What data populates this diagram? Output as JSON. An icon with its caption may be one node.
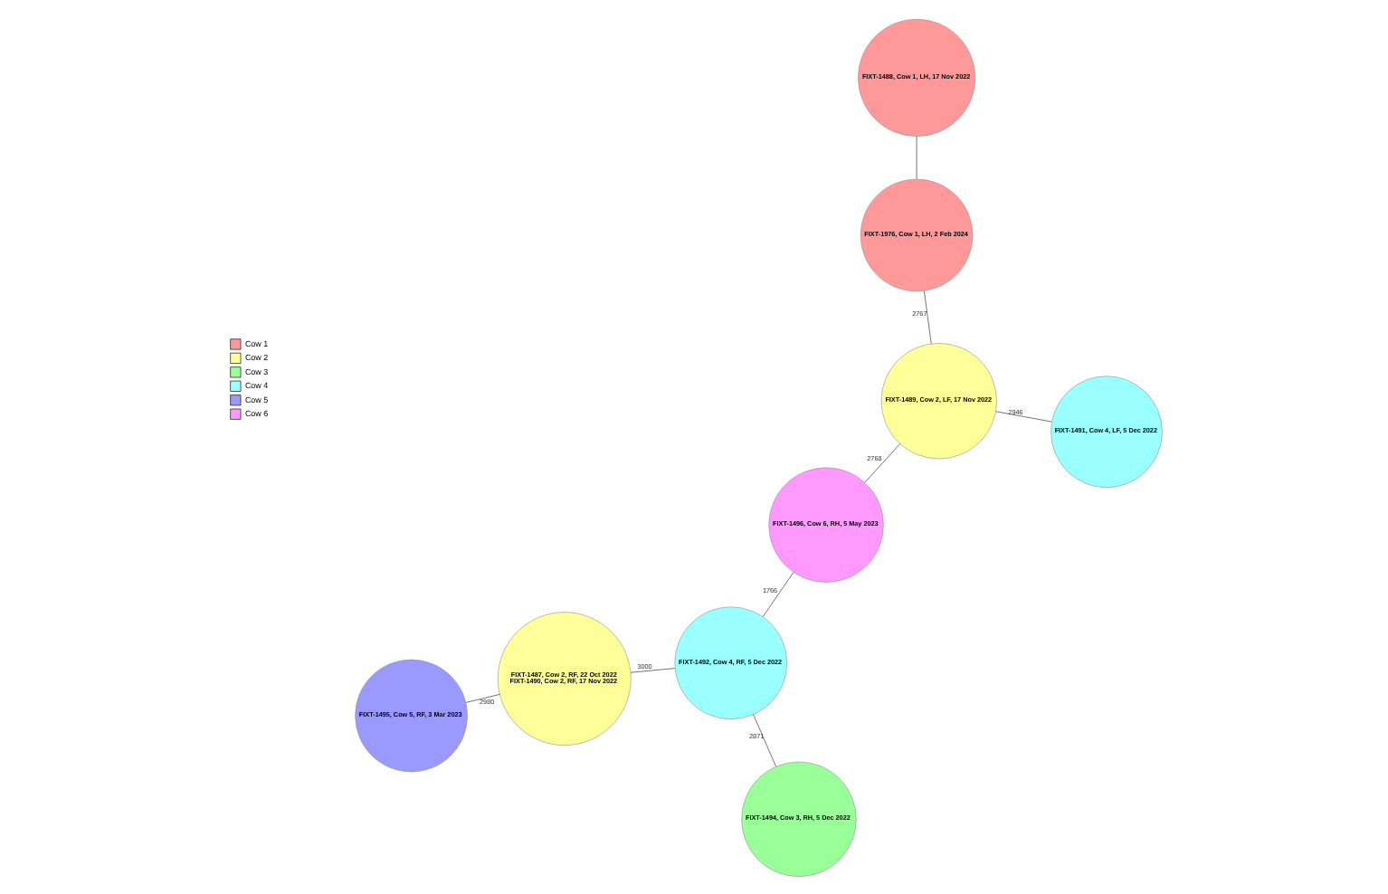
{
  "diagram": {
    "nodes": [
      {
        "text": [
          "FIXT-1488, Cow 1, LH, 17 Nov 2022"
        ]
      },
      {
        "text": [
          "FIXT-1976, Cow 1, LH, 2 Feb 2024"
        ]
      },
      {
        "text": [
          "FIXT-1489, Cow 2, LF, 17 Nov 2022"
        ]
      },
      {
        "text": [
          "FIXT-1496, Cow 6, RH, 5 May 2023"
        ]
      },
      {
        "text": [
          "FIXT-1495, Cow 5, RF, 3 Mar 2023"
        ]
      },
      {
        "text": [
          "FIXT-1487, Cow 2, RF, 22 Oct 2022",
          "FIXT-1490, Cow 2, RF, 17 Nov 2022"
        ]
      },
      {
        "text": [
          "FIXT-1492, Cow 4, RF, 5 Dec 2022"
        ]
      },
      {
        "text": [
          "FIXT-1491, Cow 4, LF, 5 Dec 2022"
        ]
      },
      {
        "text": [
          "FIXT-1494, Cow 3, RH, 5 Dec 2022"
        ]
      }
    ],
    "edges": [
      {
        "from": 0,
        "to": 1,
        "arrow": "none"
      },
      {
        "from": 1,
        "to": 2,
        "arrow": "none",
        "label": "2767"
      },
      {
        "from": 3,
        "to": 2,
        "arrow": "none",
        "label": "2768"
      },
      {
        "from": 2,
        "to": 7,
        "arrow": "none",
        "label": "2946"
      },
      {
        "from": 6,
        "to": 3,
        "arrow": "none",
        "label": "1766"
      },
      {
        "from": 5,
        "to": 6,
        "arrow": "none",
        "label": "3000"
      },
      {
        "from": 4,
        "to": 5,
        "arrow": "none",
        "label": "2980"
      },
      {
        "from": 6,
        "to": 8,
        "arrow": "none",
        "label": "2871"
      }
    ],
    "legend": [
      {
        "text": "Cow 1",
        "color": "#ff9999"
      },
      {
        "text": "Cow 2",
        "color": "#ffff99"
      },
      {
        "text": "Cow 3",
        "color": "#99ff99"
      },
      {
        "text": "Cow 4",
        "color": "#99ffff"
      },
      {
        "text": "Cow 5",
        "color": "#9999ff"
      },
      {
        "text": "Cow 6",
        "color": "#ff99ff"
      }
    ]
  }
}
